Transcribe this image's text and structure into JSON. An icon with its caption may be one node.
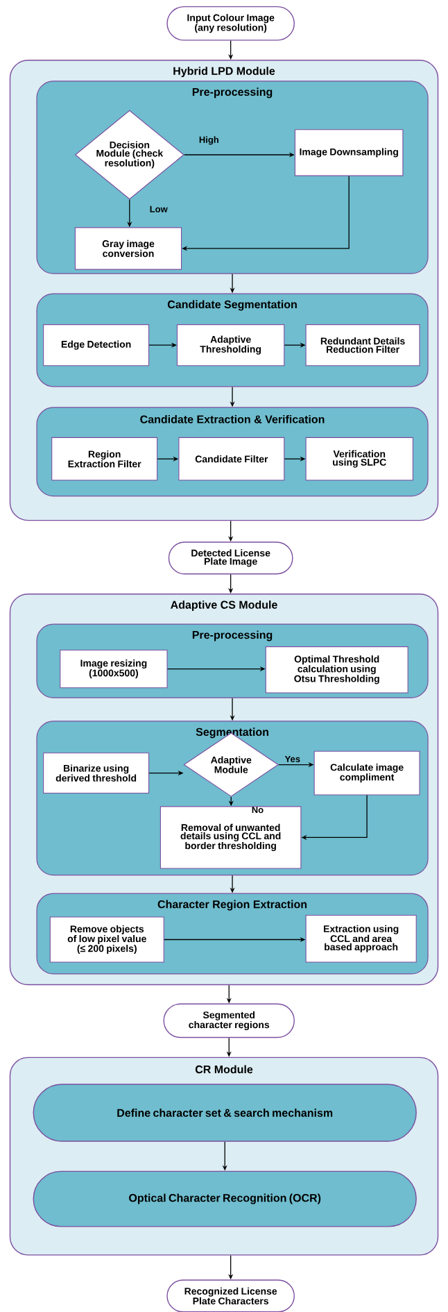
{
  "diagram": {
    "nodes": [
      {
        "text": [
          "Input Colour Image (any resolution)"
        ]
      },
      {
        "text": [
          "Hybrid LPD Module"
        ]
      },
      {
        "text": [
          "Pre-processing"
        ],
        "in": 1
      },
      {
        "text": [
          "Decision Module (check resolution)"
        ],
        "in": 2
      },
      {
        "text": [
          "Image Downsampling"
        ],
        "in": 2
      },
      {
        "text": [
          "Gray image conversion"
        ],
        "in": 2
      },
      {
        "text": [
          "Candidate Segmentation"
        ],
        "in": 1
      },
      {
        "text": [
          "Edge Detection"
        ],
        "in": 6
      },
      {
        "text": [
          "Adaptive Thresholding"
        ],
        "in": 6
      },
      {
        "text": [
          "Redundant Details Reduction Filter"
        ],
        "in": 6
      },
      {
        "text": [
          "Candidate Extraction & Verification"
        ],
        "in": 1
      },
      {
        "text": [
          "Region Extraction Filter"
        ],
        "in": 10
      },
      {
        "text": [
          "Candidate Filter"
        ],
        "in": 10
      },
      {
        "text": [
          "Verification using SLPC"
        ],
        "in": 10
      },
      {
        "text": [
          "Detected License Plate Image"
        ]
      },
      {
        "text": [
          "Adaptive CS Module"
        ]
      },
      {
        "text": [
          "Pre-processing"
        ],
        "in": 15
      },
      {
        "text": [
          "Image resizing (1000x500)"
        ],
        "in": 16
      },
      {
        "text": [
          "Optimal Threshold calculation using Otsu Thresholding"
        ],
        "in": 16
      },
      {
        "text": [
          "Segmentation"
        ],
        "in": 15
      },
      {
        "text": [
          "Binarize using derived threshold"
        ],
        "in": 19
      },
      {
        "text": [
          "Adaptive Module"
        ],
        "in": 19
      },
      {
        "text": [
          "Calculate image compliment"
        ],
        "in": 19
      },
      {
        "text": [
          "Removal of unwanted details using CCL and border thresholding"
        ],
        "in": 19
      },
      {
        "text": [
          "Character Region Extraction"
        ],
        "in": 15
      },
      {
        "text": [
          "Remove objects of low pixel value (≤ 200 pixels)"
        ],
        "in": 24
      },
      {
        "text": [
          "Extraction using CCL and area based approach"
        ],
        "in": 24
      },
      {
        "text": [
          "Segmented character regions"
        ]
      },
      {
        "text": [
          "CR Module"
        ]
      },
      {
        "text": [
          "Define character set & search mechanism"
        ],
        "in": 28
      },
      {
        "text": [
          "Optical Character Recognition (OCR)"
        ],
        "in": 28
      },
      {
        "text": [
          "Recognized License Plate Characters"
        ]
      }
    ],
    "edges": [
      {
        "from": 0,
        "to": 1,
        "arrow": "to"
      },
      {
        "from": 3,
        "to": 4,
        "arrow": "to",
        "label": "High"
      },
      {
        "from": 3,
        "to": 5,
        "arrow": "to",
        "label": "Low"
      },
      {
        "from": 4,
        "to": 5,
        "arrow": "to"
      },
      {
        "from": 2,
        "to": 6,
        "arrow": "to"
      },
      {
        "from": 7,
        "to": 8,
        "arrow": "to"
      },
      {
        "from": 8,
        "to": 9,
        "arrow": "to"
      },
      {
        "from": 6,
        "to": 10,
        "arrow": "to"
      },
      {
        "from": 11,
        "to": 12,
        "arrow": "to"
      },
      {
        "from": 12,
        "to": 13,
        "arrow": "to"
      },
      {
        "from": 1,
        "to": 14,
        "arrow": "to"
      },
      {
        "from": 14,
        "to": 15,
        "arrow": "to"
      },
      {
        "from": 17,
        "to": 18,
        "arrow": "to"
      },
      {
        "from": 16,
        "to": 19,
        "arrow": "to"
      },
      {
        "from": 20,
        "to": 21,
        "arrow": "to"
      },
      {
        "from": 21,
        "to": 22,
        "arrow": "to",
        "label": "Yes"
      },
      {
        "from": 21,
        "to": 23,
        "arrow": "to",
        "label": "No"
      },
      {
        "from": 22,
        "to": 23,
        "arrow": "to"
      },
      {
        "from": 19,
        "to": 24,
        "arrow": "to"
      },
      {
        "from": 25,
        "to": 26,
        "arrow": "to"
      },
      {
        "from": 15,
        "to": 27,
        "arrow": "to"
      },
      {
        "from": 27,
        "to": 28,
        "arrow": "to"
      },
      {
        "from": 29,
        "to": 30,
        "arrow": "to"
      },
      {
        "from": 28,
        "to": 31,
        "arrow": "to"
      }
    ]
  }
}
